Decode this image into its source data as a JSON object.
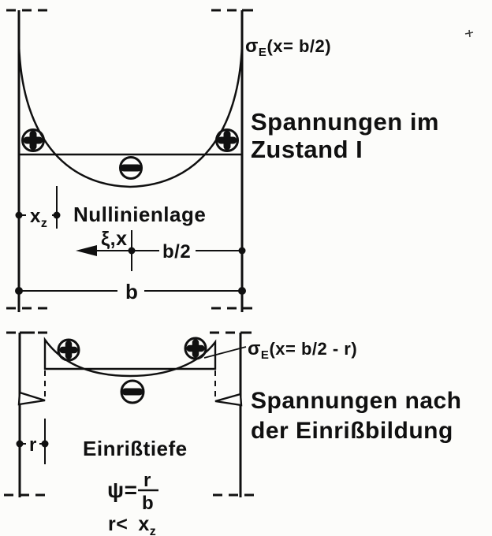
{
  "colors": {
    "ink": "#101010",
    "paper": "#fcfcfa"
  },
  "top_figure": {
    "stress_label": {
      "sigma": "σ",
      "sub": "E",
      "expr": "(x= b/2)"
    },
    "caption_line1": "Spannungen im",
    "caption_line2": "Zustand I",
    "neutral_axis_label": "Nullinienlage",
    "neutral_axis_depth": {
      "base": "x",
      "sub": "z"
    },
    "axis_label": "ξ,x",
    "half_width_label": "b/2",
    "width_label": "b",
    "signs": {
      "positive": "plus-circle",
      "negative": "minus-circle"
    }
  },
  "bottom_figure": {
    "stress_label": {
      "sigma": "σ",
      "sub": "E",
      "expr": "(x= b/2 - r)"
    },
    "caption_line1": "Spannungen nach",
    "caption_line2": "der Einrißbildung",
    "crack_depth_word": "Einrißtiefe",
    "crack_depth_dim": "r",
    "psi_equation": {
      "lhs": "ψ=",
      "numerator": "r",
      "denominator": "b"
    },
    "condition": {
      "lhs": "r<",
      "base": "x",
      "sub": "z"
    },
    "signs": {
      "positive": "plus-circle",
      "negative": "minus-circle"
    }
  }
}
